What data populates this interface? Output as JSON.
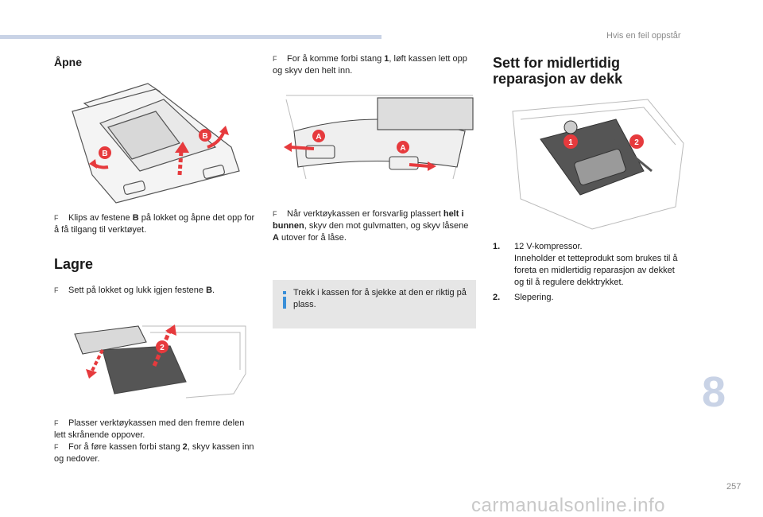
{
  "header": {
    "chapter_title": "Hvis en feil oppstår"
  },
  "col1": {
    "heading_open": "Åpne",
    "open_step": {
      "bullet": "F",
      "pre": "Klips av festene ",
      "bold": "B",
      "post": " på lokket og åpne det opp for å få tilgang til verktøyet."
    },
    "fig1_callouts": [
      "B",
      "B"
    ],
    "heading_store": "Lagre",
    "store_step": {
      "bullet": "F",
      "pre": "Sett på lokket og lukk igjen festene ",
      "bold": "B",
      "post": "."
    },
    "fig2_callout": "2",
    "insert_step1": {
      "bullet": "F",
      "text": "Plasser verktøykassen med den fremre delen lett skrånende oppover."
    },
    "insert_step2": {
      "bullet": "F",
      "pre": "For å føre kassen forbi stang ",
      "bold": "2",
      "post": ", skyv kassen inn og nedover."
    }
  },
  "col2": {
    "step1": {
      "bullet": "F",
      "pre": "For å komme forbi stang ",
      "bold": "1",
      "post": ", løft kassen lett opp og skyv den helt inn."
    },
    "fig_callouts": [
      "A",
      "A"
    ],
    "step2": {
      "bullet": "F",
      "pre": "Når verktøykassen er forsvarlig plassert ",
      "bold": "helt i bunnen",
      "mid": ", skyv den mot gulvmatten, og skyv låsene ",
      "bold2": "A",
      "post": " utover for å låse."
    },
    "info_text": "Trekk i kassen for å sjekke at den er riktig på plass."
  },
  "col3": {
    "heading": "Sett for midlertidig reparasjon av dekk",
    "fig_callouts": [
      "1",
      "2"
    ],
    "items": [
      {
        "num": "1.",
        "title": "12 V-kompressor.",
        "desc": "Inneholder et tetteprodukt som brukes til å foreta en midlertidig reparasjon av dekket og til å regulere dekktrykket."
      },
      {
        "num": "2.",
        "title": "Slepering.",
        "desc": ""
      }
    ]
  },
  "footer": {
    "chapter_number": "8",
    "page_number": "257",
    "watermark": "carmanualsonline.info"
  },
  "colors": {
    "accent_red": "#e63a3d",
    "light_blue": "#c9d3e6",
    "info_blue": "#3a8fd8"
  }
}
